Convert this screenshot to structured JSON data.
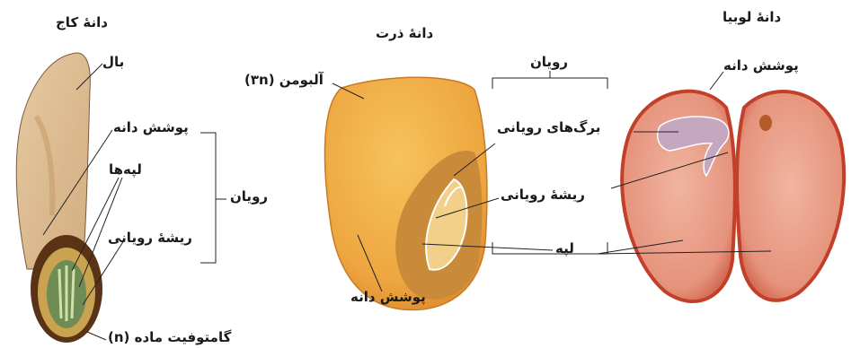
{
  "pine_seed": {
    "title": "دانهٔ کاج",
    "labels": {
      "wing": "بال",
      "seed_coat": "پوشش دانه",
      "cotyledons": "لپه‌ها",
      "embryo": "رویان",
      "radicle": "ریشهٔ رویانی",
      "female_gametophyte": "گامتوفیت ماده (n)"
    }
  },
  "corn_seed": {
    "title": "دانهٔ ذرت",
    "labels": {
      "endosperm": "آلبومن (۳n)",
      "seed_coat": "پوشش دانه"
    }
  },
  "shared": {
    "embryo": "رویان",
    "embryonic_leaves": "برگ‌های رویانی",
    "radicle": "ریشهٔ رویانی",
    "cotyledon": "لپه"
  },
  "bean_seed": {
    "title": "دانهٔ لوبیا",
    "labels": {
      "seed_coat": "پوشش دانه"
    }
  }
}
